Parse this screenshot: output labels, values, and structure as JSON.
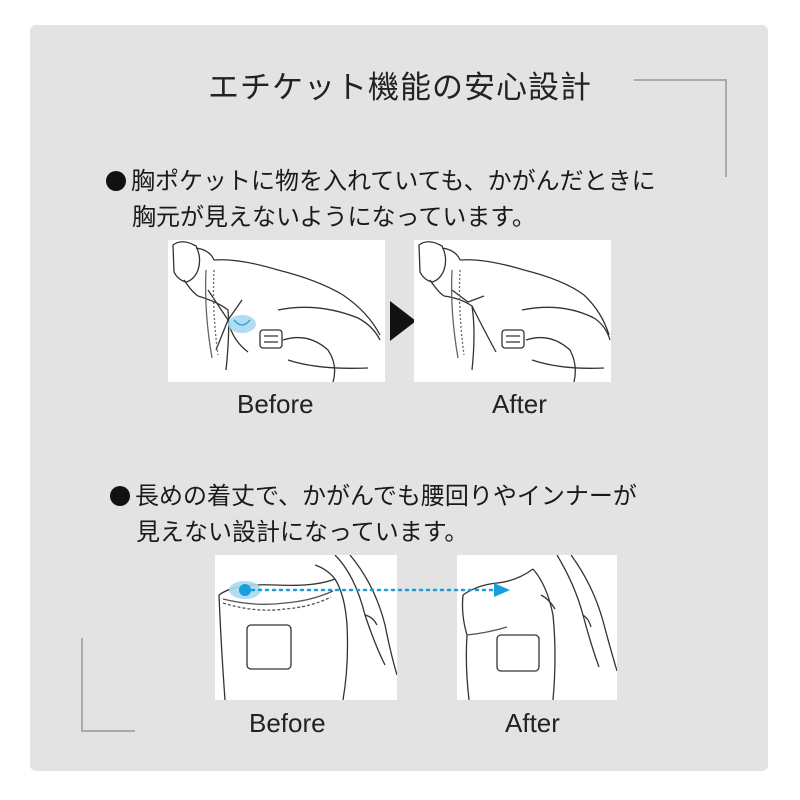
{
  "title": "エチケット機能の安心設計",
  "section1": {
    "line1": "胸ポケットに物を入れていても、かがんだときに",
    "line2": "胸元が見えないようになっています。",
    "before_label": "Before",
    "after_label": "After"
  },
  "section2": {
    "line1": "長めの着丈で、かがんでも腰回りやインナーが",
    "line2": "見えない設計になっています。",
    "before_label": "Before",
    "after_label": "After"
  },
  "colors": {
    "panel": "#e3e3e3",
    "accent": "#1a9ed9",
    "highlight": "#a8d8ef"
  }
}
